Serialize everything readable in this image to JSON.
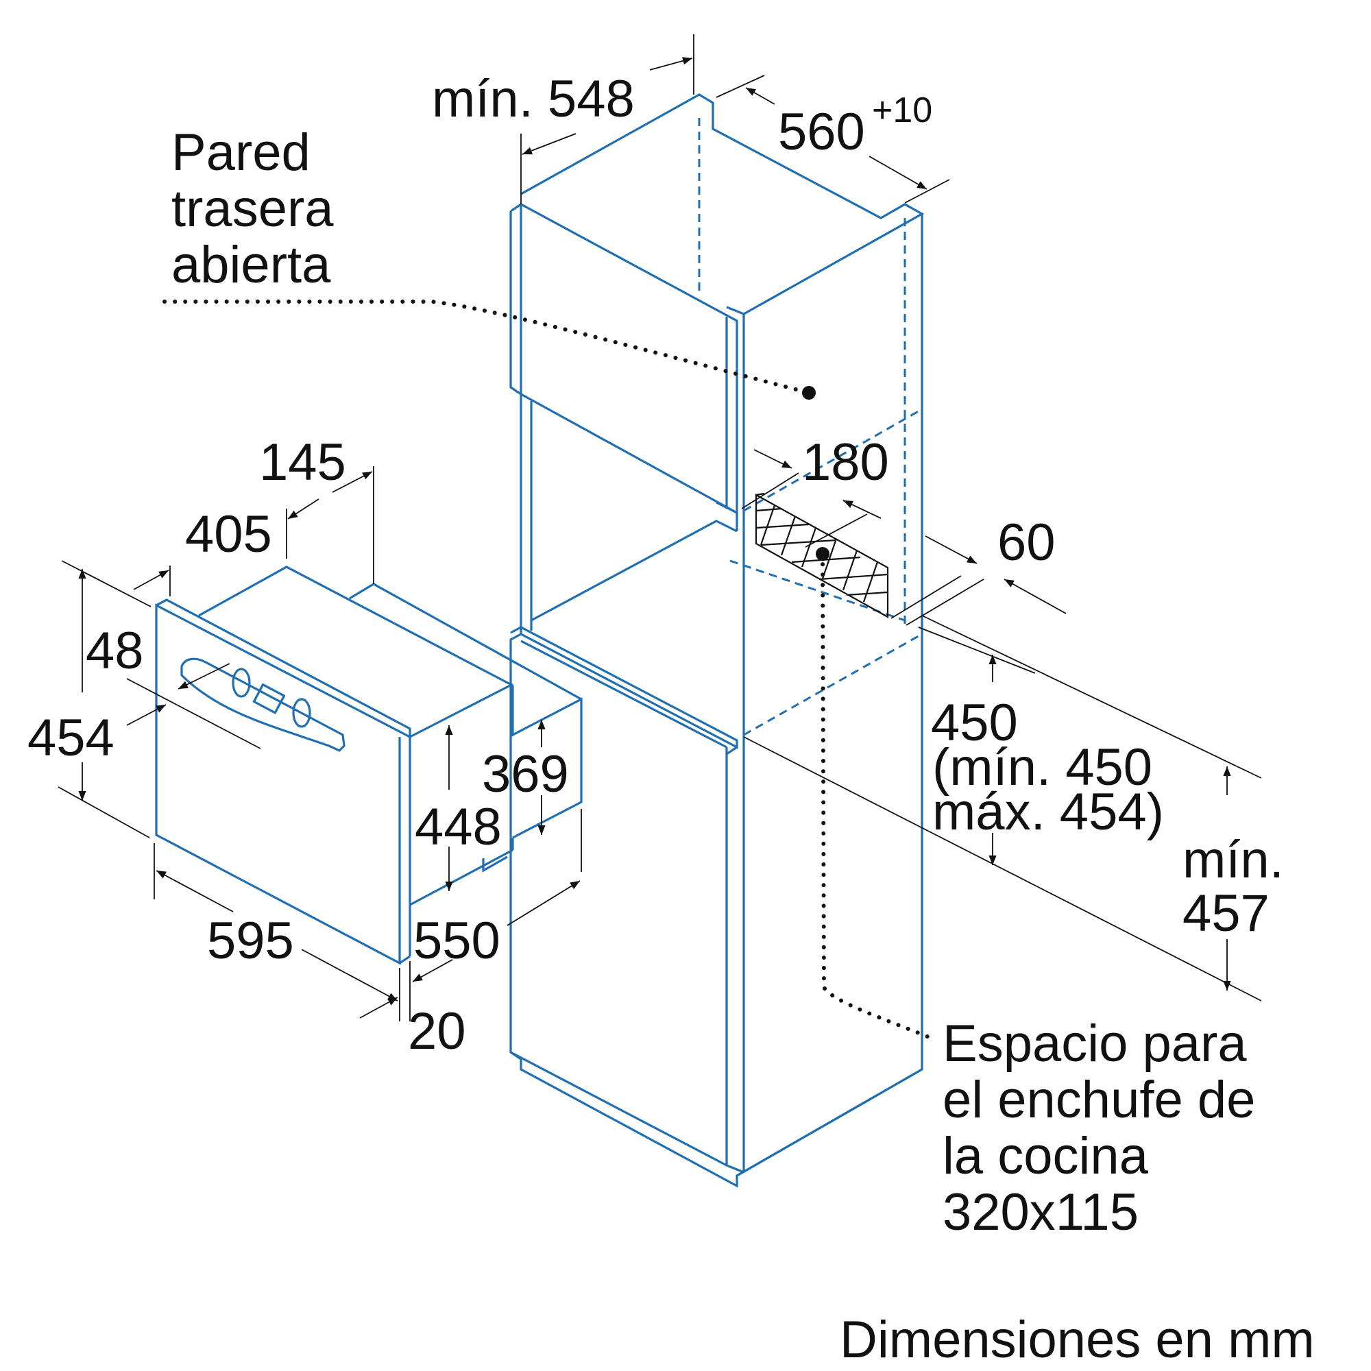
{
  "labels": {
    "wall_line1": "Pared",
    "wall_line2": "trasera",
    "wall_line3": "abierta",
    "min548": "mín. 548",
    "w560": "560",
    "w560_tol": "+10",
    "d145": "145",
    "d405": "405",
    "d48": "48",
    "d454": "454",
    "d369": "369",
    "d448": "448",
    "d595": "595",
    "d550": "550",
    "d20": "20",
    "d180": "180",
    "d60": "60",
    "h450": "450",
    "h450_min": "(mín. 450",
    "h450_max": "máx. 454)",
    "min457_a": "mín.",
    "min457_b": "457",
    "socket_line1": "Espacio para",
    "socket_line2": "el enchufe de",
    "socket_line3": "la cocina",
    "socket_line4": "320x115",
    "units": "Dimensiones en mm"
  },
  "colors": {
    "outline": "#1f6fb2",
    "dimension": "#111111"
  }
}
